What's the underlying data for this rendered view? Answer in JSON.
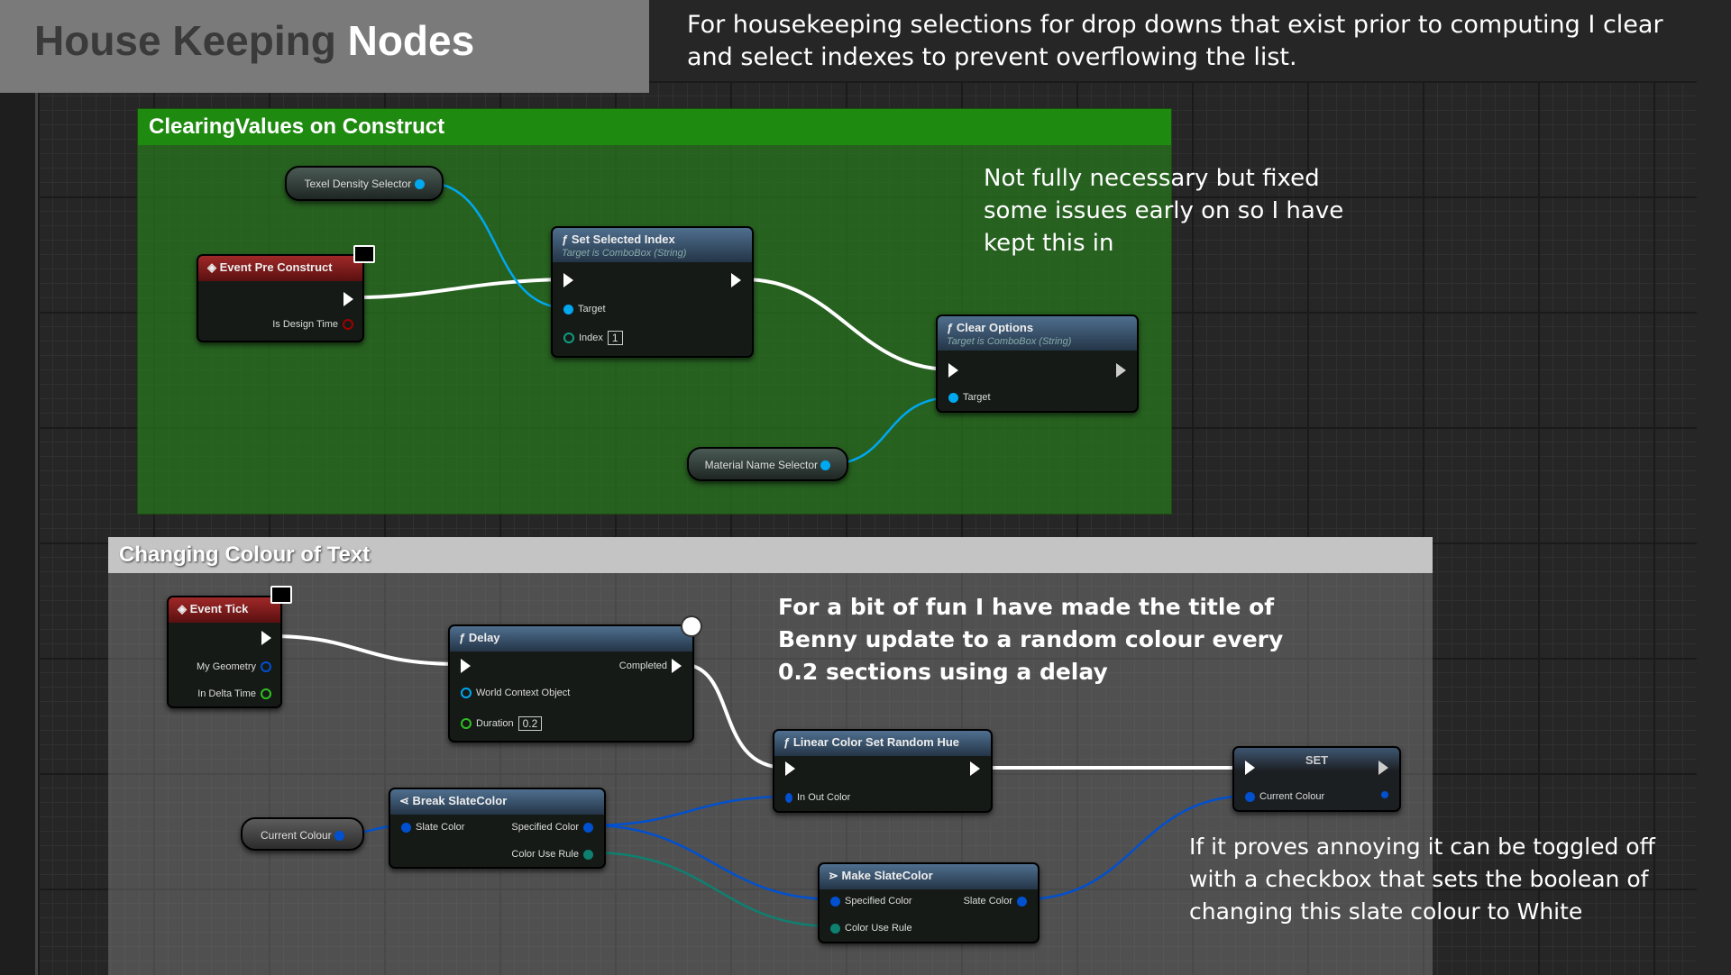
{
  "title": {
    "prefix": "House Keeping",
    "suffix": "Nodes"
  },
  "top_note": "For housekeeping selections for drop downs that exist prior to computing I clear and select indexes to prevent overflowing the list.",
  "comment1": {
    "title": "ClearingValues on Construct",
    "texel_var": "Texel Density Selector",
    "event_pre": {
      "title": "Event Pre Construct",
      "pin": "Is Design Time"
    },
    "set_index": {
      "title": "Set Selected Index",
      "sub": "Target is ComboBox (String)",
      "target": "Target",
      "index": "Index",
      "index_value": "1"
    },
    "clear": {
      "title": "Clear Options",
      "sub": "Target is ComboBox (String)",
      "target": "Target"
    },
    "material_var": "Material Name Selector",
    "note": "Not fully necessary but fixed some issues early on so I have kept this in"
  },
  "comment2": {
    "title": "Changing Colour of Text",
    "tick": {
      "title": "Event Tick",
      "geo": "My Geometry",
      "delta": "In Delta Time"
    },
    "delay": {
      "title": "Delay",
      "completed": "Completed",
      "world": "World Context Object",
      "duration": "Duration",
      "duration_value": "0.2"
    },
    "random": {
      "title": "Linear Color Set Random Hue",
      "in_out": "In Out Color"
    },
    "set": {
      "title": "SET",
      "pin": "Current Colour"
    },
    "break": {
      "title": "Break SlateColor",
      "slate": "Slate Color",
      "spec": "Specified Color",
      "rule": "Color Use Rule"
    },
    "current_var": "Current Colour",
    "make": {
      "title": "Make SlateColor",
      "spec": "Specified Color",
      "slate": "Slate Color",
      "rule": "Color Use Rule"
    },
    "note_fun": "For a bit of fun I have made the title of Benny update to a random colour every 0.2 sections using a delay",
    "note_toggle": "If it proves annoying it can be toggled off with a checkbox that sets the boolean of changing this slate colour to White"
  },
  "colors": {
    "object_pin": "#00a8f0",
    "struct_pin": "#0050d0",
    "rule_pin": "#0e8070",
    "bool_pin": "#a00000",
    "float_pin": "#30c020"
  }
}
